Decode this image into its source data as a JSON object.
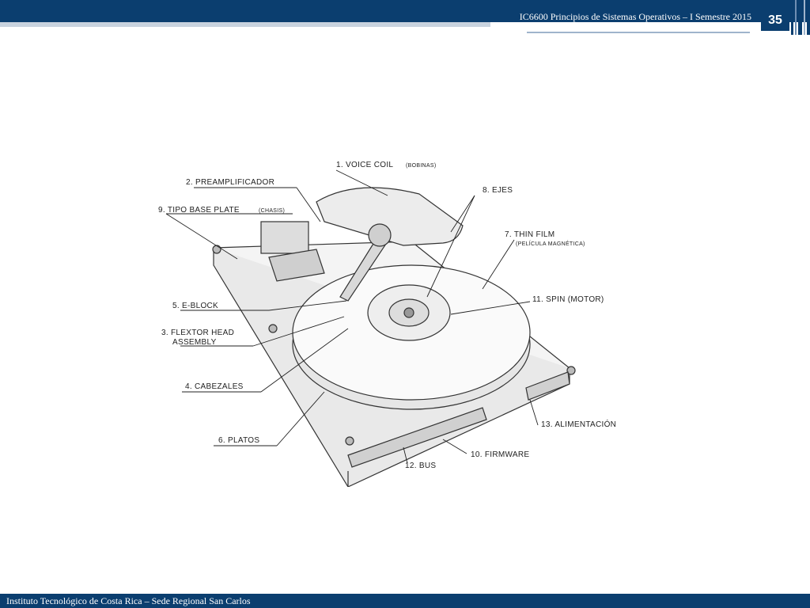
{
  "header": {
    "title": "IC6600 Principios de Sistemas Operativos – I Semestre 2015",
    "slide_number": "35"
  },
  "footer": {
    "institution": "Instituto Tecnológico de Costa Rica – Sede Regional San Carlos"
  },
  "diagram": {
    "labels": {
      "voice_coil": "1. VOICE COIL",
      "voice_coil_sub": "(BOBINAS)",
      "preamplificador": "2. PREAMPLIFICADOR",
      "flextor_1": "3. FLEXTOR HEAD",
      "flextor_2": "ASSEMBLY",
      "cabezales": "4. CABEZALES",
      "eblock": "5. E-BLOCK",
      "platos": "6. PLATOS",
      "thin_film": "7. THIN FILM",
      "thin_film_sub": "(PELÍCULA MAGNÉTICA)",
      "ejes": "8. EJES",
      "base_plate": "9. TIPO BASE PLATE",
      "base_plate_sub": "(CHASIS)",
      "firmware": "10. FIRMWARE",
      "spin": "11. SPIN (MOTOR)",
      "bus": "12. BUS",
      "alimentacion": "13. ALIMENTACIÓN"
    }
  }
}
